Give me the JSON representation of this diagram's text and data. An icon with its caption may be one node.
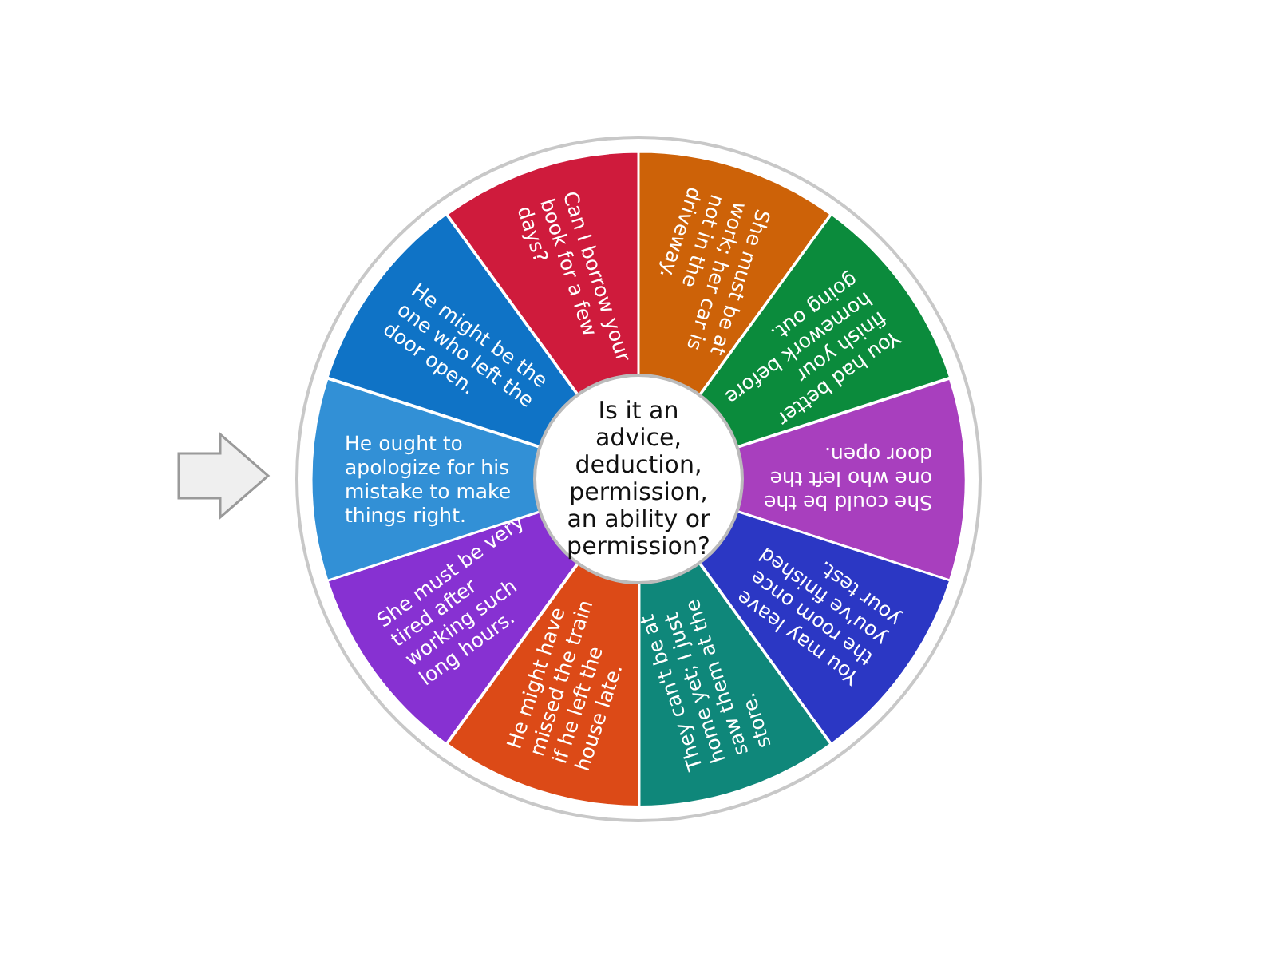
{
  "diagram": {
    "nodes": [
      {
        "text": [
          "Can I borrow your book for a few days?"
        ]
      },
      {
        "text": [
          "She must be at work; her car is not in the driveway."
        ]
      },
      {
        "text": [
          "You had better finish your homework before going out."
        ]
      },
      {
        "text": [
          "She could be the one who left the door open."
        ]
      },
      {
        "text": [
          "You may leave the room once you've finished your test."
        ]
      },
      {
        "text": [
          "They can't be at home yet; I just saw them at the store."
        ]
      },
      {
        "text": [
          "He might have missed the train if he left the house late."
        ]
      },
      {
        "text": [
          "She must be very tired after working such long hours."
        ]
      },
      {
        "text": [
          "He ought to apologize for his mistake to make things right."
        ]
      },
      {
        "text": [
          "He might be the one who left the door open."
        ]
      },
      {
        "text": [
          "Is it an advice, deduction, permission, an ability or permission?"
        ]
      }
    ]
  }
}
